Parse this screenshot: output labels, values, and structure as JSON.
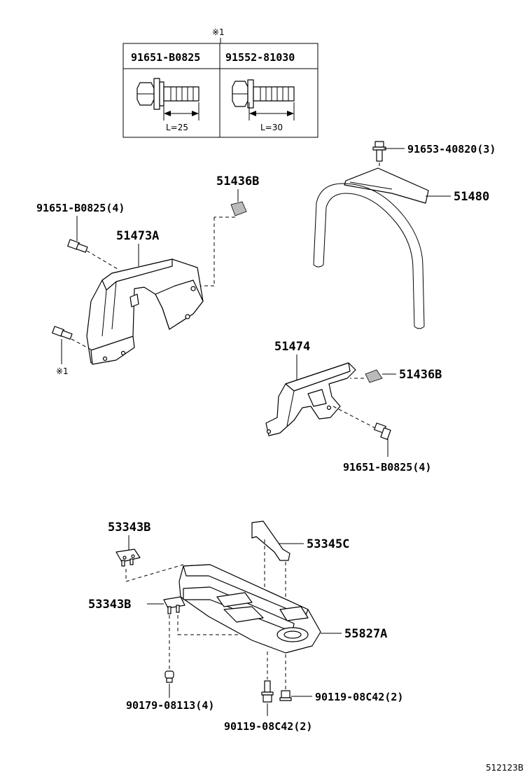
{
  "table": {
    "note_mark": "※1",
    "col1_part": "91651-B0825",
    "col2_part": "91552-81030",
    "col1_length": "L=25",
    "col2_length": "L=30"
  },
  "labels": {
    "bolt_top_right": "91653-40820(3)",
    "part_51480": "51480",
    "part_51436b_top": "51436B",
    "bolt_left_upper": "91651-B0825(4)",
    "part_51473a": "51473A",
    "note_left": "※1",
    "part_51474": "51474",
    "part_51436b_mid": "51436B",
    "bolt_mid_right": "91651-B0825(4)",
    "part_53343b_top": "53343B",
    "part_53345c": "53345C",
    "part_53343b_mid": "53343B",
    "part_55827a": "55827A",
    "bolt_bottom_left": "90179-08113(4)",
    "bolt_bottom_mid": "90119-08C42(2)",
    "bolt_bottom_right": "90119-08C42(2)",
    "diagram_code": "512123B"
  }
}
